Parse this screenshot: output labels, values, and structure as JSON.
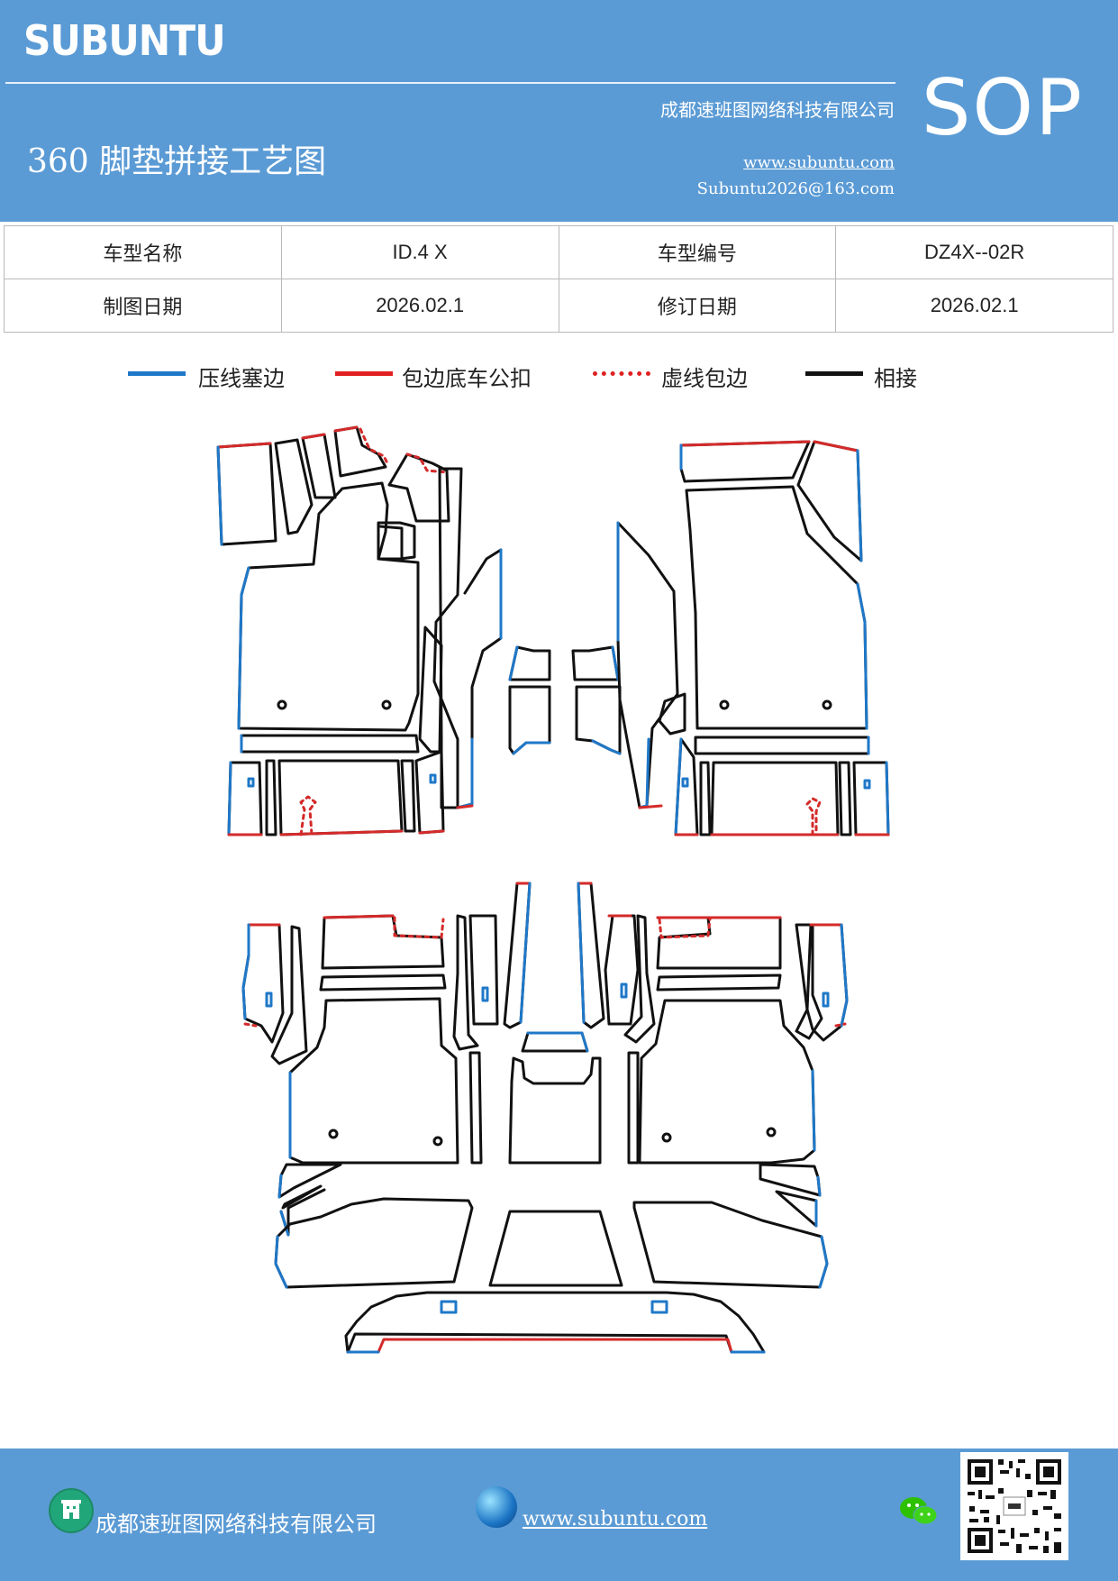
{
  "header": {
    "brand": "SUBUNTU",
    "sop": "SOP",
    "company": "成都速班图网络科技有限公司",
    "title": "360 脚垫拼接工艺图",
    "website": "www.subuntu.com",
    "email": "Subuntu2026@163.com"
  },
  "info": {
    "model_name_label": "车型名称",
    "model_name": "ID.4 X",
    "model_code_label": "车型编号",
    "model_code": "DZ4X--02R",
    "draw_date_label": "制图日期",
    "draw_date": "2026.02.1",
    "revise_date_label": "修订日期",
    "revise_date": "2026.02.1"
  },
  "legend": [
    {
      "label": "压线塞边",
      "color": "#1f78c8",
      "style": "solid"
    },
    {
      "label": "包边底车公扣",
      "color": "#e02020",
      "style": "solid"
    },
    {
      "label": "虚线包边",
      "color": "#e02020",
      "style": "dotted"
    },
    {
      "label": "相接",
      "color": "#111111",
      "style": "solid"
    }
  ],
  "colors": {
    "header_bg": "#5b9bd5",
    "blue_edge": "#1f78c8",
    "red_edge": "#d42a2a",
    "black_edge": "#111111"
  },
  "footer": {
    "company": "成都速班图网络科技有限公司",
    "website": "www.subuntu.com",
    "icons": [
      "building-icon",
      "globe-icon",
      "wechat-icon",
      "qr-code"
    ]
  }
}
